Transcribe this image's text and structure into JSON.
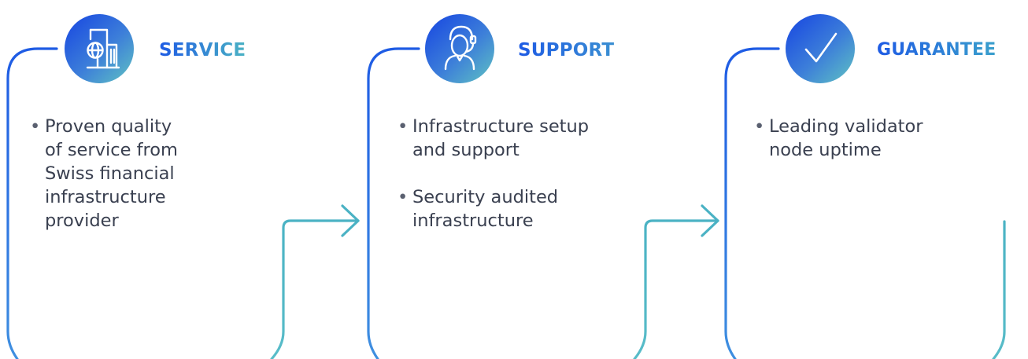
{
  "colors": {
    "blue": "#1e5be4",
    "teal": "#4ab2c4",
    "text": "#3a4050"
  },
  "panels": [
    {
      "title": "SERVICE",
      "icon": "building-globe-icon",
      "items": [
        "Proven quality\nof service from\nSwiss financial\ninfrastructure\nprovider"
      ]
    },
    {
      "title": "SUPPORT",
      "icon": "headset-agent-icon",
      "items": [
        "Infrastructure setup\nand support",
        "Security audited\ninfrastructure"
      ]
    },
    {
      "title": "GUARANTEE",
      "icon": "checkmark-icon",
      "items": [
        "Leading validator\nnode uptime"
      ]
    }
  ]
}
